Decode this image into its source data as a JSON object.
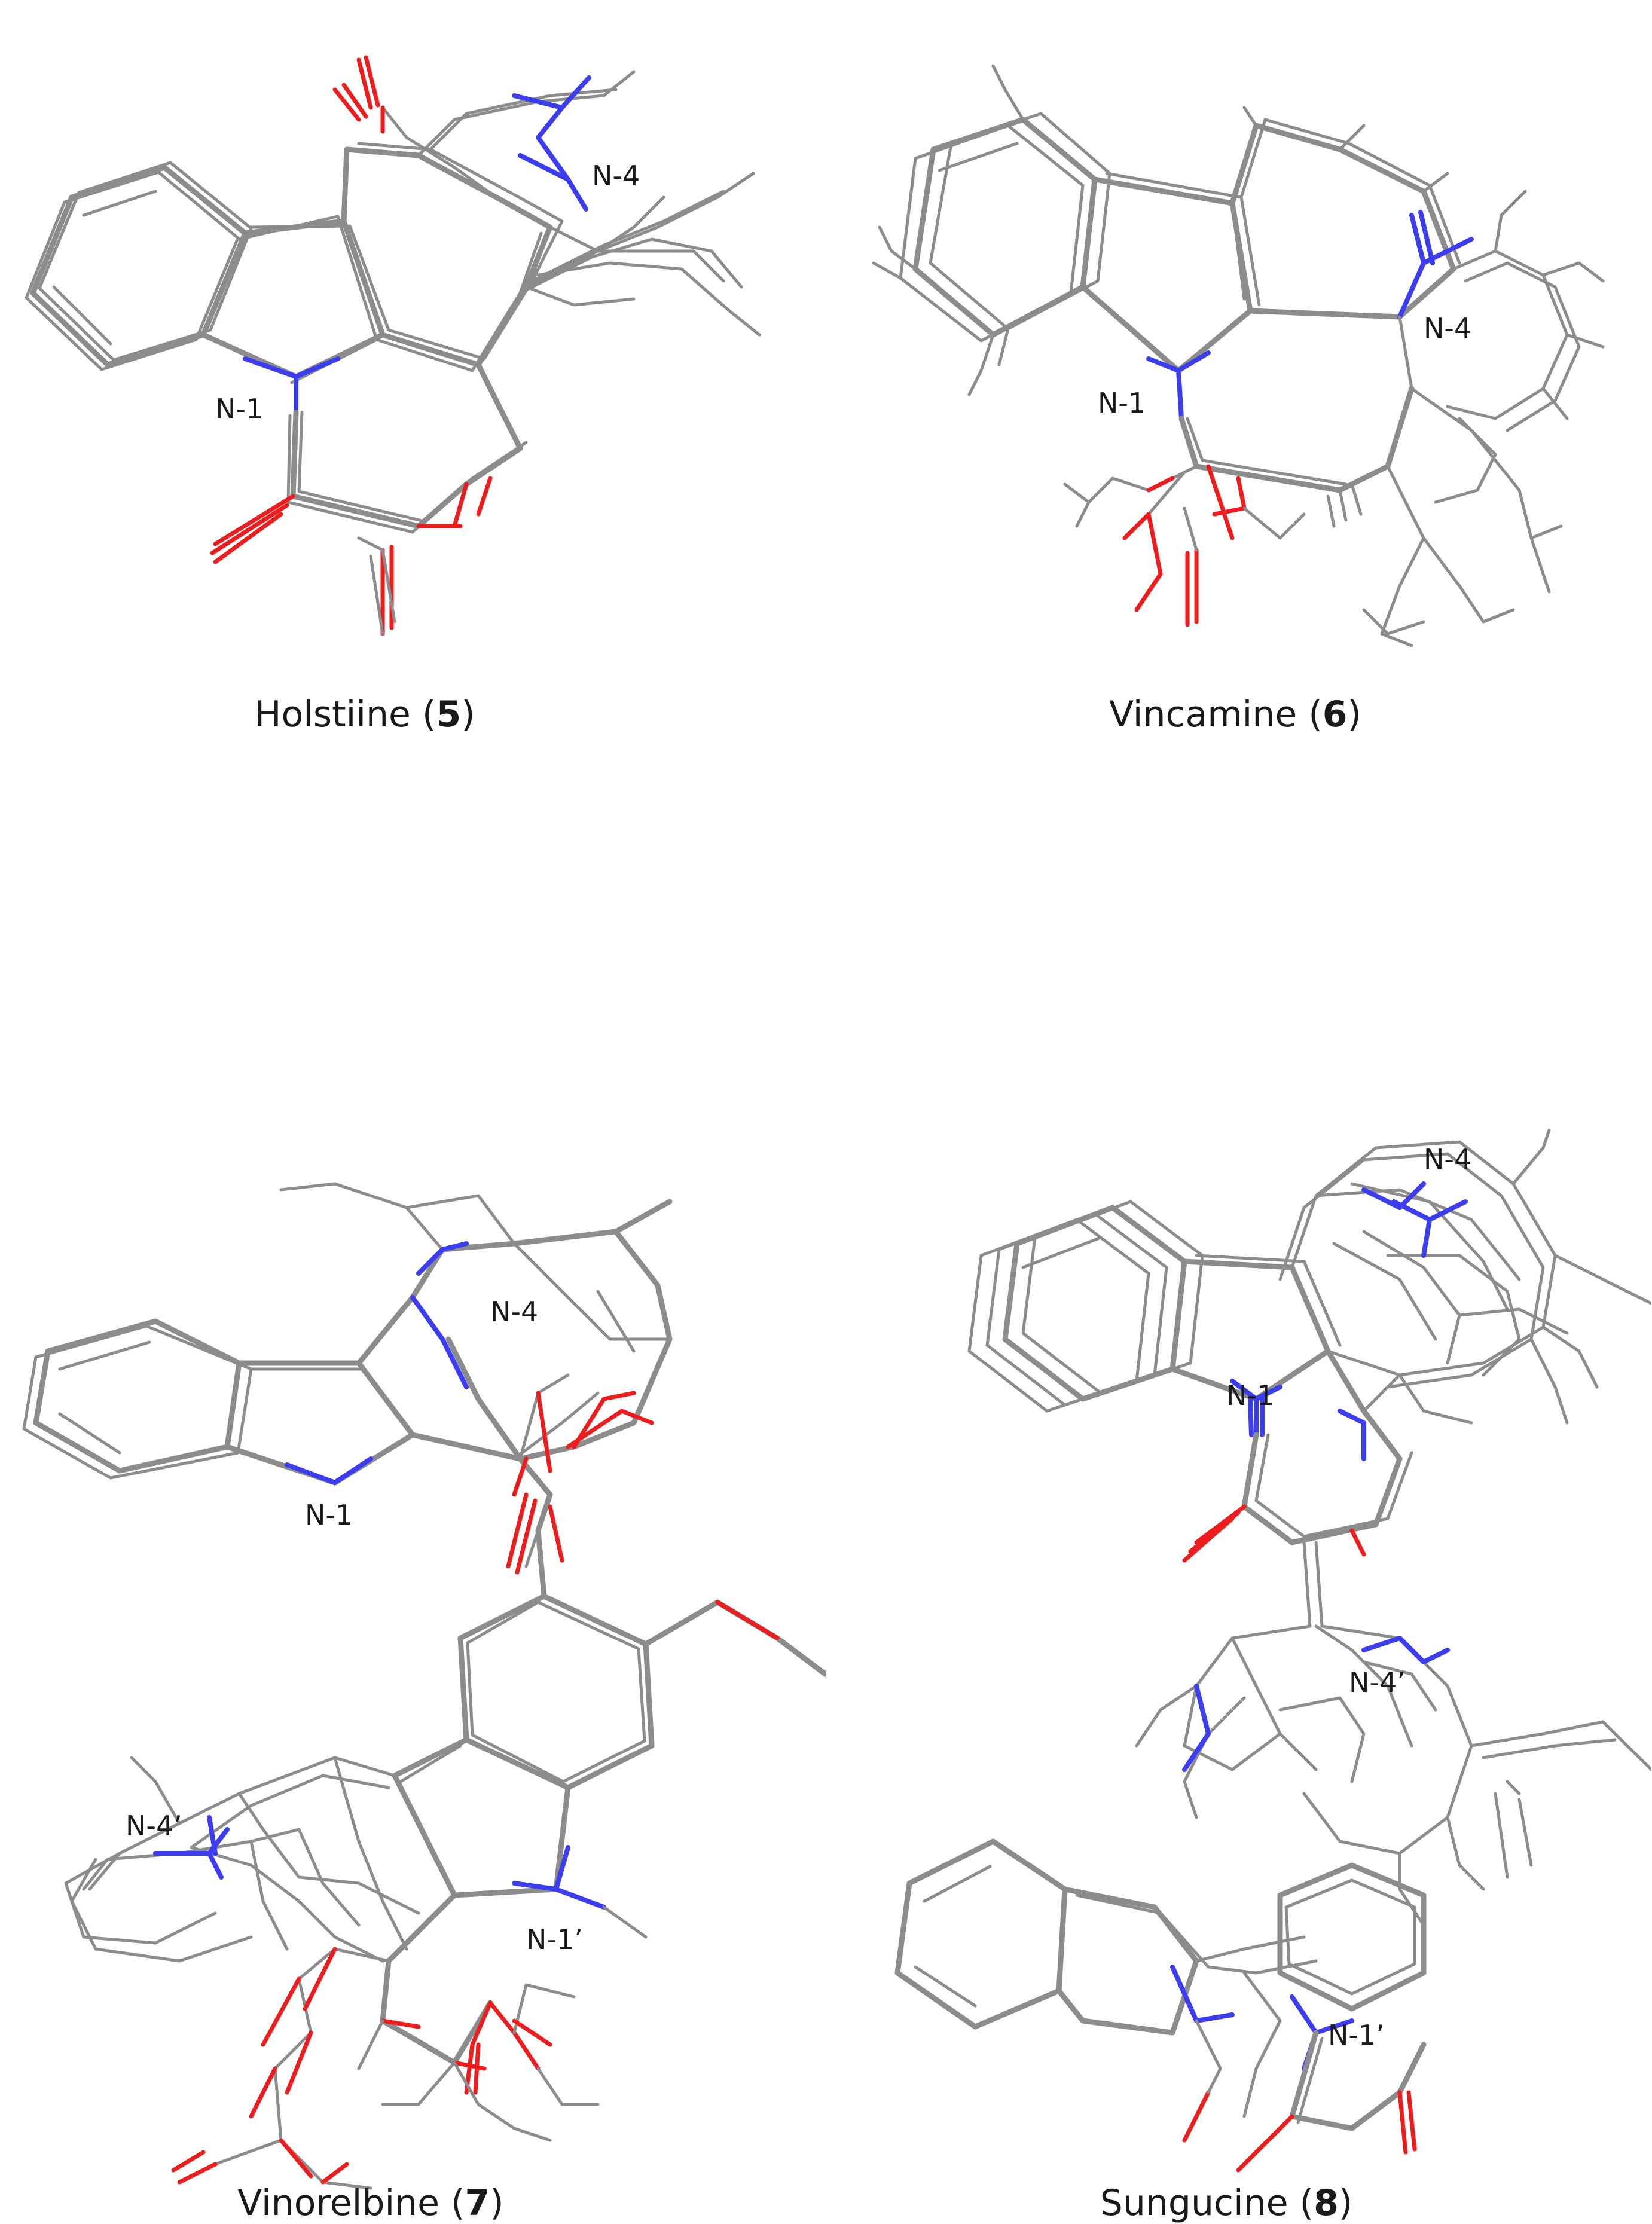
{
  "colors": {
    "carbon": "#8c8c8c",
    "nitrogen": "#3c3cf0",
    "oxygen": "#ee1c1c"
  },
  "panels": [
    {
      "name": "Holstiine",
      "number": "5",
      "labels": [
        "N-1",
        "N-4"
      ]
    },
    {
      "name": "Vincamine",
      "number": "6",
      "labels": [
        "N-1",
        "N-4"
      ]
    },
    {
      "name": "Vinorelbine",
      "number": "7",
      "labels": [
        "N-4",
        "N-1",
        "N-4’",
        "N-1’"
      ]
    },
    {
      "name": "Sungucine",
      "number": "8",
      "labels": [
        "N-4",
        "N-1",
        "N-4’",
        "N-1’"
      ]
    }
  ]
}
